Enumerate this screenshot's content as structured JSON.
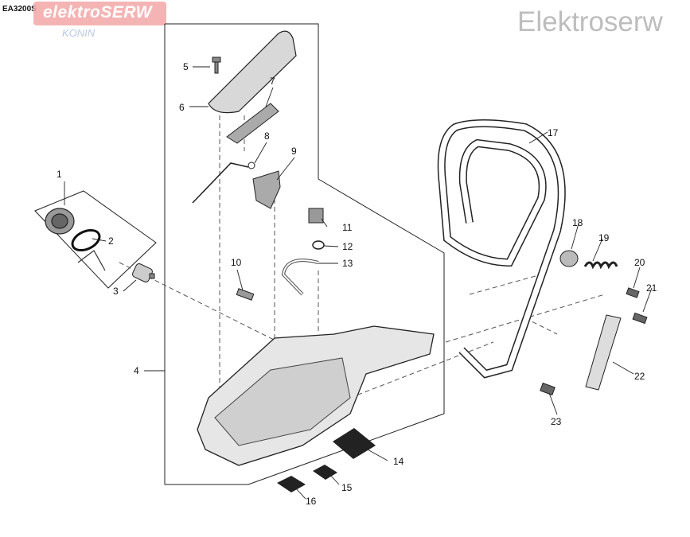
{
  "header": {
    "model_code": "EA3200S",
    "logo_text": "elektroSERW",
    "logo_subtext": "KONIN",
    "watermark": "Elektroserw"
  },
  "callouts": [
    "1",
    "2",
    "3",
    "4",
    "5",
    "6",
    "7",
    "8",
    "9",
    "10",
    "11",
    "12",
    "13",
    "14",
    "15",
    "16",
    "17",
    "18",
    "19",
    "20",
    "21",
    "22",
    "23"
  ]
}
